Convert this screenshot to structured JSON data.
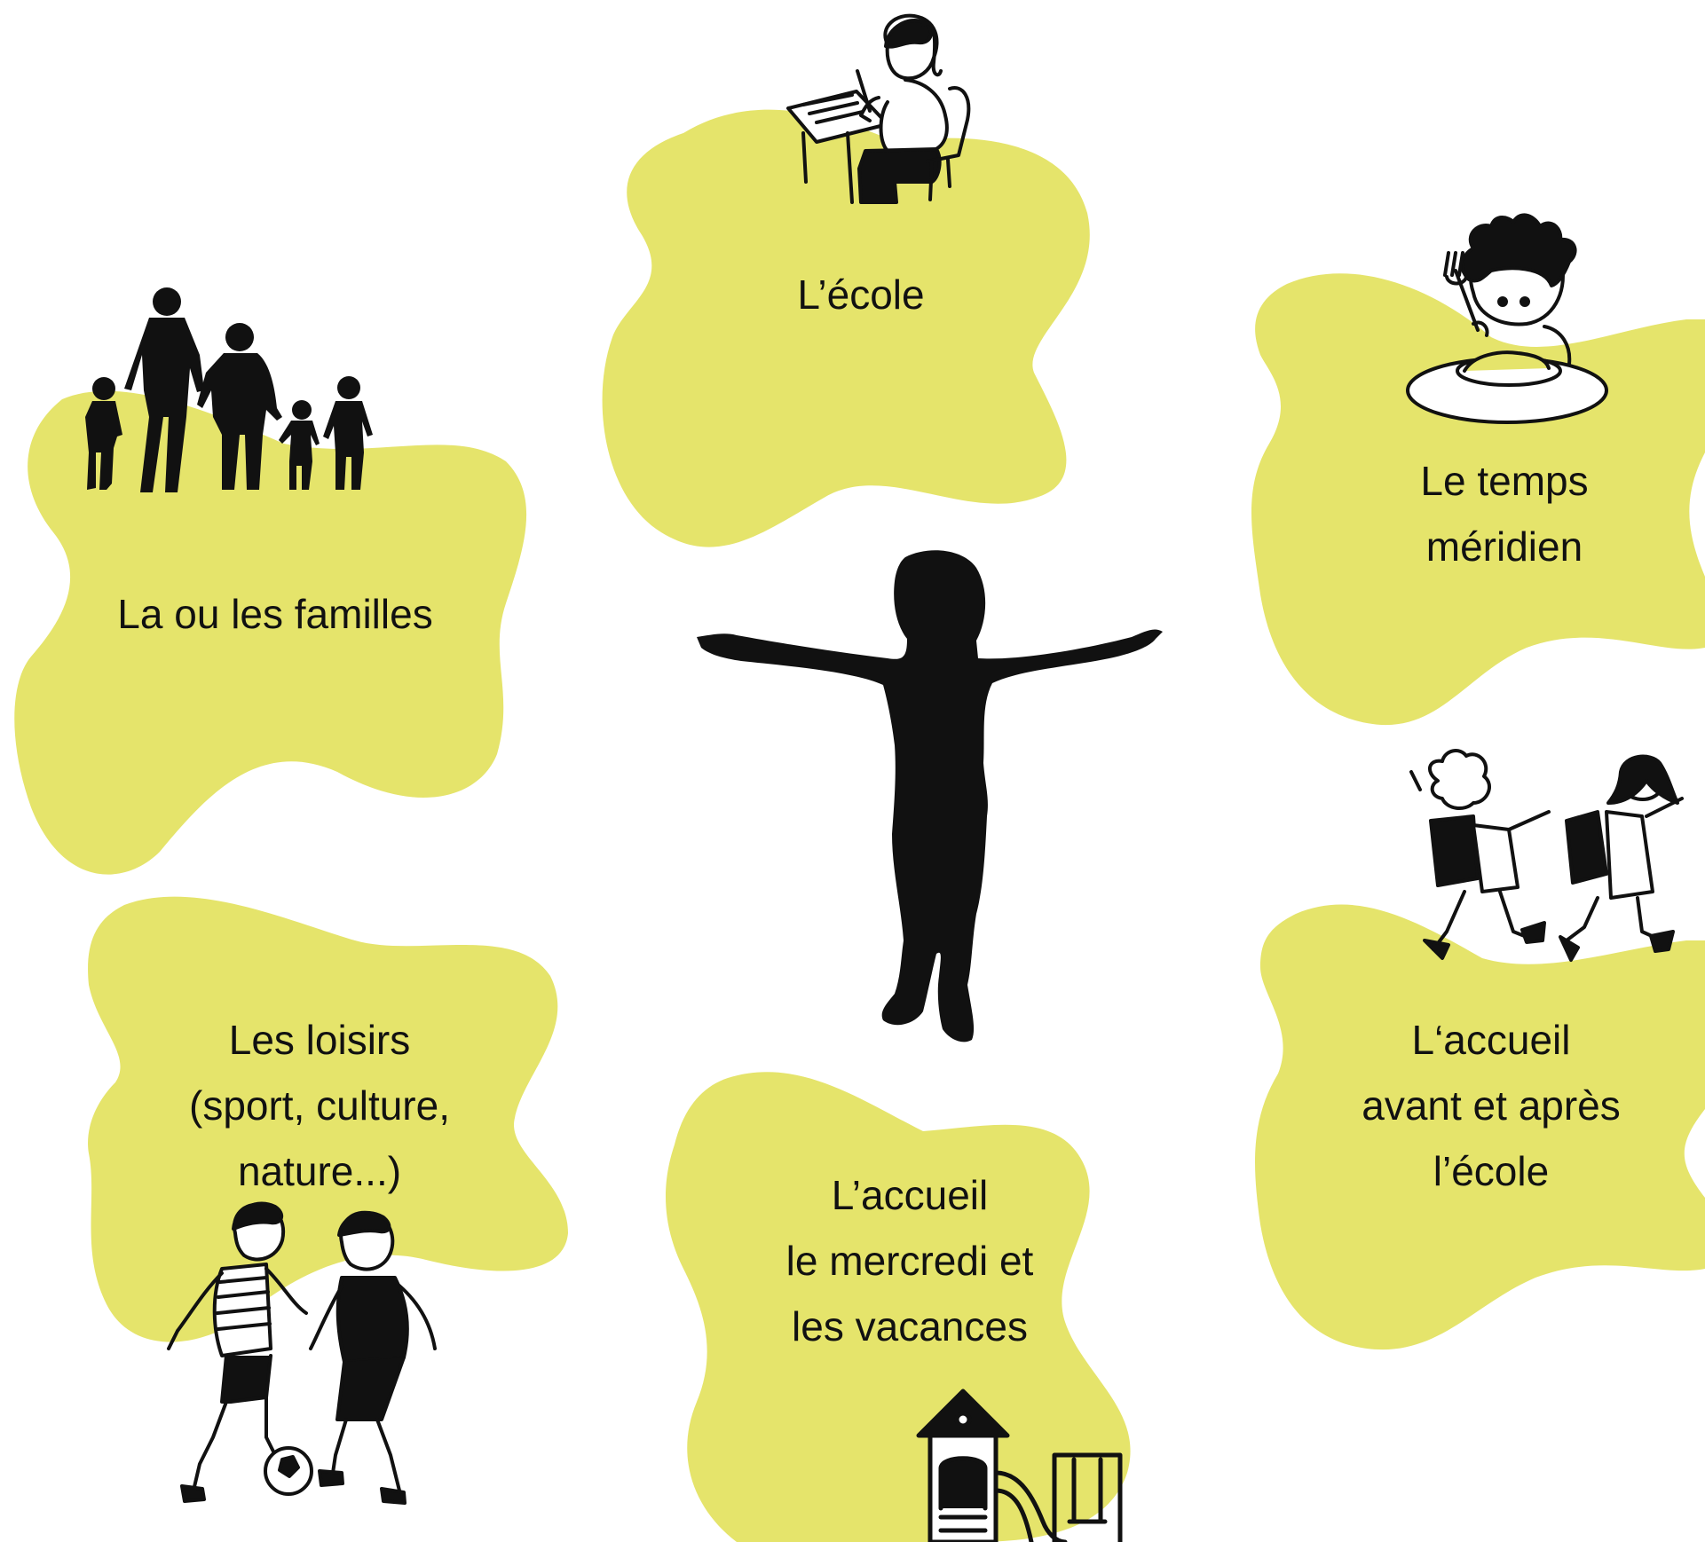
{
  "colors": {
    "blob": "#e5e46b",
    "ink": "#111111",
    "background": "#ffffff"
  },
  "center": {
    "icon": "child-silhouette-arms-outstretched-icon"
  },
  "blobs": [
    {
      "id": "ecole",
      "lines": [
        "L’école"
      ],
      "icon": "child-writing-at-desk-icon"
    },
    {
      "id": "familles",
      "lines": [
        "La ou les familles"
      ],
      "icon": "family-walking-silhouette-icon"
    },
    {
      "id": "meridien",
      "lines": [
        "Le temps",
        "méridien"
      ],
      "icon": "child-eating-lunch-icon"
    },
    {
      "id": "accueil-ecole",
      "lines": [
        "L‘accueil",
        "avant et après",
        "l’école"
      ],
      "icon": "children-with-backpacks-icon"
    },
    {
      "id": "loisirs",
      "lines": [
        "Les loisirs",
        "(sport, culture,",
        "nature...)"
      ],
      "icon": "boys-playing-football-icon"
    },
    {
      "id": "mercredi",
      "lines": [
        "L’accueil",
        "le mercredi et",
        "les vacances"
      ],
      "icon": "playground-slide-swing-icon"
    }
  ]
}
